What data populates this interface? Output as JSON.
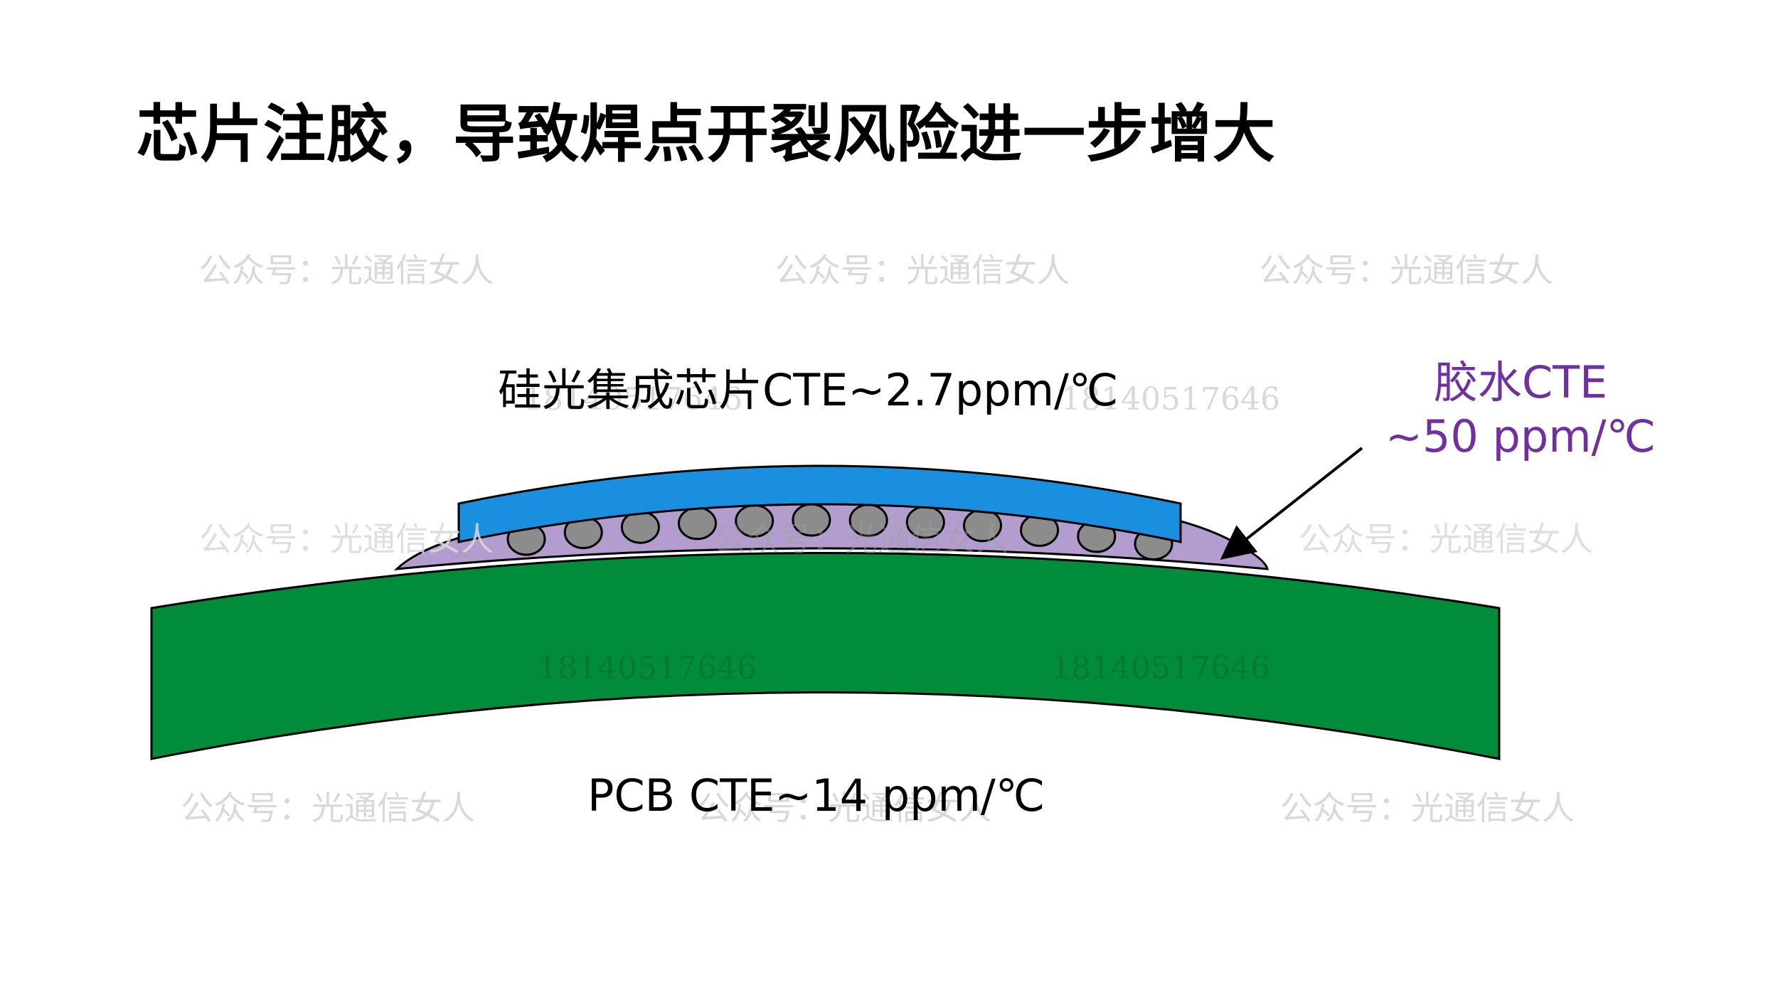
{
  "title": "芯片注胶，导致焊点开裂风险进一步增大",
  "watermarks": {
    "name": "公众号：光通信女人",
    "phone": "18140517646"
  },
  "diagram": {
    "chip_label": "硅光集成芯片CTE~2.7ppm/℃",
    "glue_label_line1": "胶水CTE",
    "glue_label_line2": "~50 ppm/℃",
    "pcb_label": "PCB CTE~14 ppm/℃",
    "solder_ball_count": 12
  },
  "colors": {
    "chip": "#1a8fe0",
    "glue": "#b39dcf",
    "pcb": "#008c3a",
    "solder_ball": "#8c8c8c",
    "glue_text": "#7030a0",
    "outline": "#000000",
    "watermark": "#d9d9d9"
  }
}
